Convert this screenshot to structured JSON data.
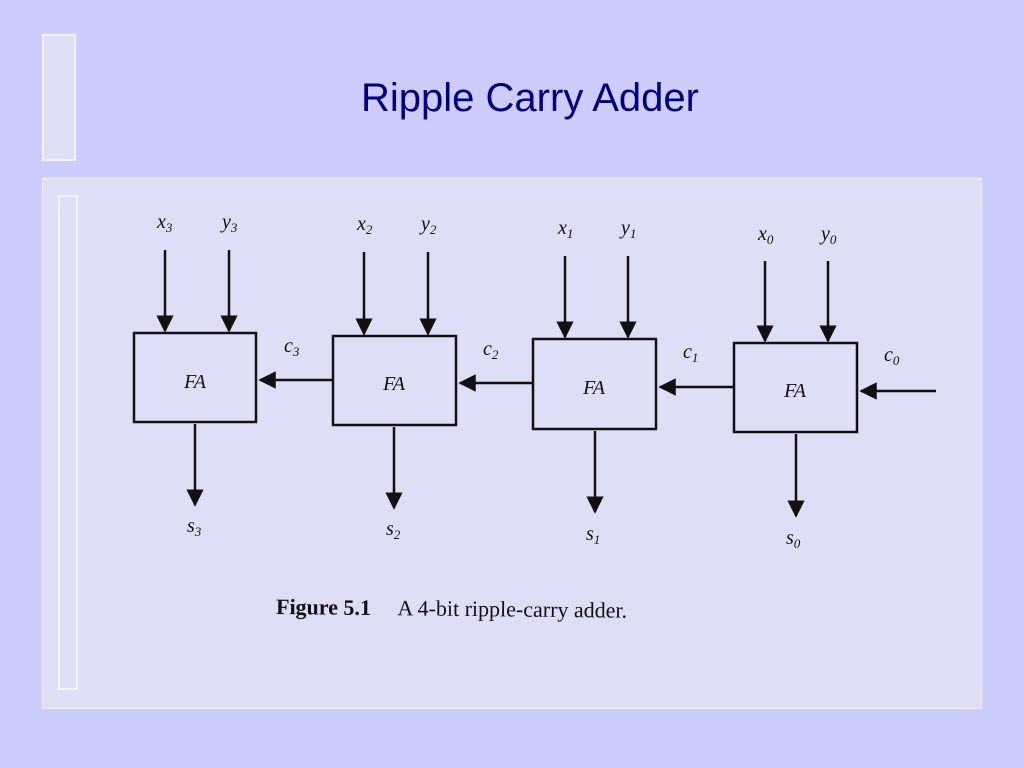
{
  "slide": {
    "title": "Ripple Carry Adder"
  },
  "diagram": {
    "block_label": "FA",
    "stages": [
      {
        "x": "x",
        "x_sub": "3",
        "y": "y",
        "y_sub": "3",
        "s": "s",
        "s_sub": "3",
        "cout": "c",
        "cout_sub": "3"
      },
      {
        "x": "x",
        "x_sub": "2",
        "y": "y",
        "y_sub": "2",
        "s": "s",
        "s_sub": "2",
        "cout": "c",
        "cout_sub": "2"
      },
      {
        "x": "x",
        "x_sub": "1",
        "y": "y",
        "y_sub": "1",
        "s": "s",
        "s_sub": "1",
        "cout": "c",
        "cout_sub": "1"
      },
      {
        "x": "x",
        "x_sub": "0",
        "y": "y",
        "y_sub": "0",
        "s": "s",
        "s_sub": "0",
        "cout": "c",
        "cout_sub": "0"
      }
    ]
  },
  "caption": {
    "figure_label": "Figure 5.1",
    "text": "A 4-bit ripple-carry adder."
  }
}
